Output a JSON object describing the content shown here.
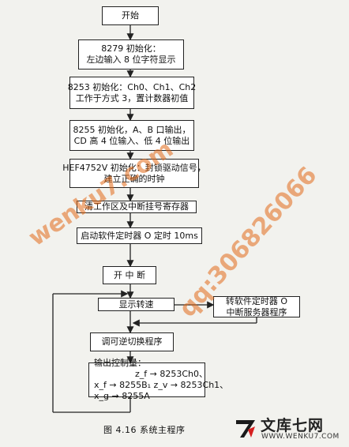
{
  "flowchart": {
    "start": "开始",
    "steps": [
      [
        "8279 初始化：",
        "左边输入 8 位字符显示"
      ],
      [
        "8253 初始化：Ch0、Ch1、Ch2",
        "工作于方式 3，置计数器初值"
      ],
      [
        "8255 初始化，A、B 口输出，",
        "CD 高 4 位输入、低 4 位输出"
      ],
      [
        "HEF4752V 初始化：封锁驱动信号，",
        "建立正确的时钟"
      ],
      [
        "清工作区及中断挂号寄存器"
      ],
      [
        "启动软件定时器 O 定时 10ms"
      ],
      [
        "开 中 断"
      ],
      [
        "显示转速"
      ],
      [
        "调可逆切换程序"
      ]
    ],
    "side_box": [
      "转软件定时器 O",
      "中断服务器程序"
    ],
    "output_box": {
      "title": "输出控制量：",
      "lines": [
        "z_f → 8253Ch0、",
        "x_f → 8255B₁  z_v → 8253Ch1、",
        "x_g → 8255A"
      ]
    }
  },
  "caption": "图 4.16   系统主程序",
  "watermarks": {
    "site": "wenku7.com",
    "qq": "qq:306826066"
  },
  "logo": {
    "name_cn": "文库七网",
    "url": "WWW.WENKU7.COM"
  }
}
